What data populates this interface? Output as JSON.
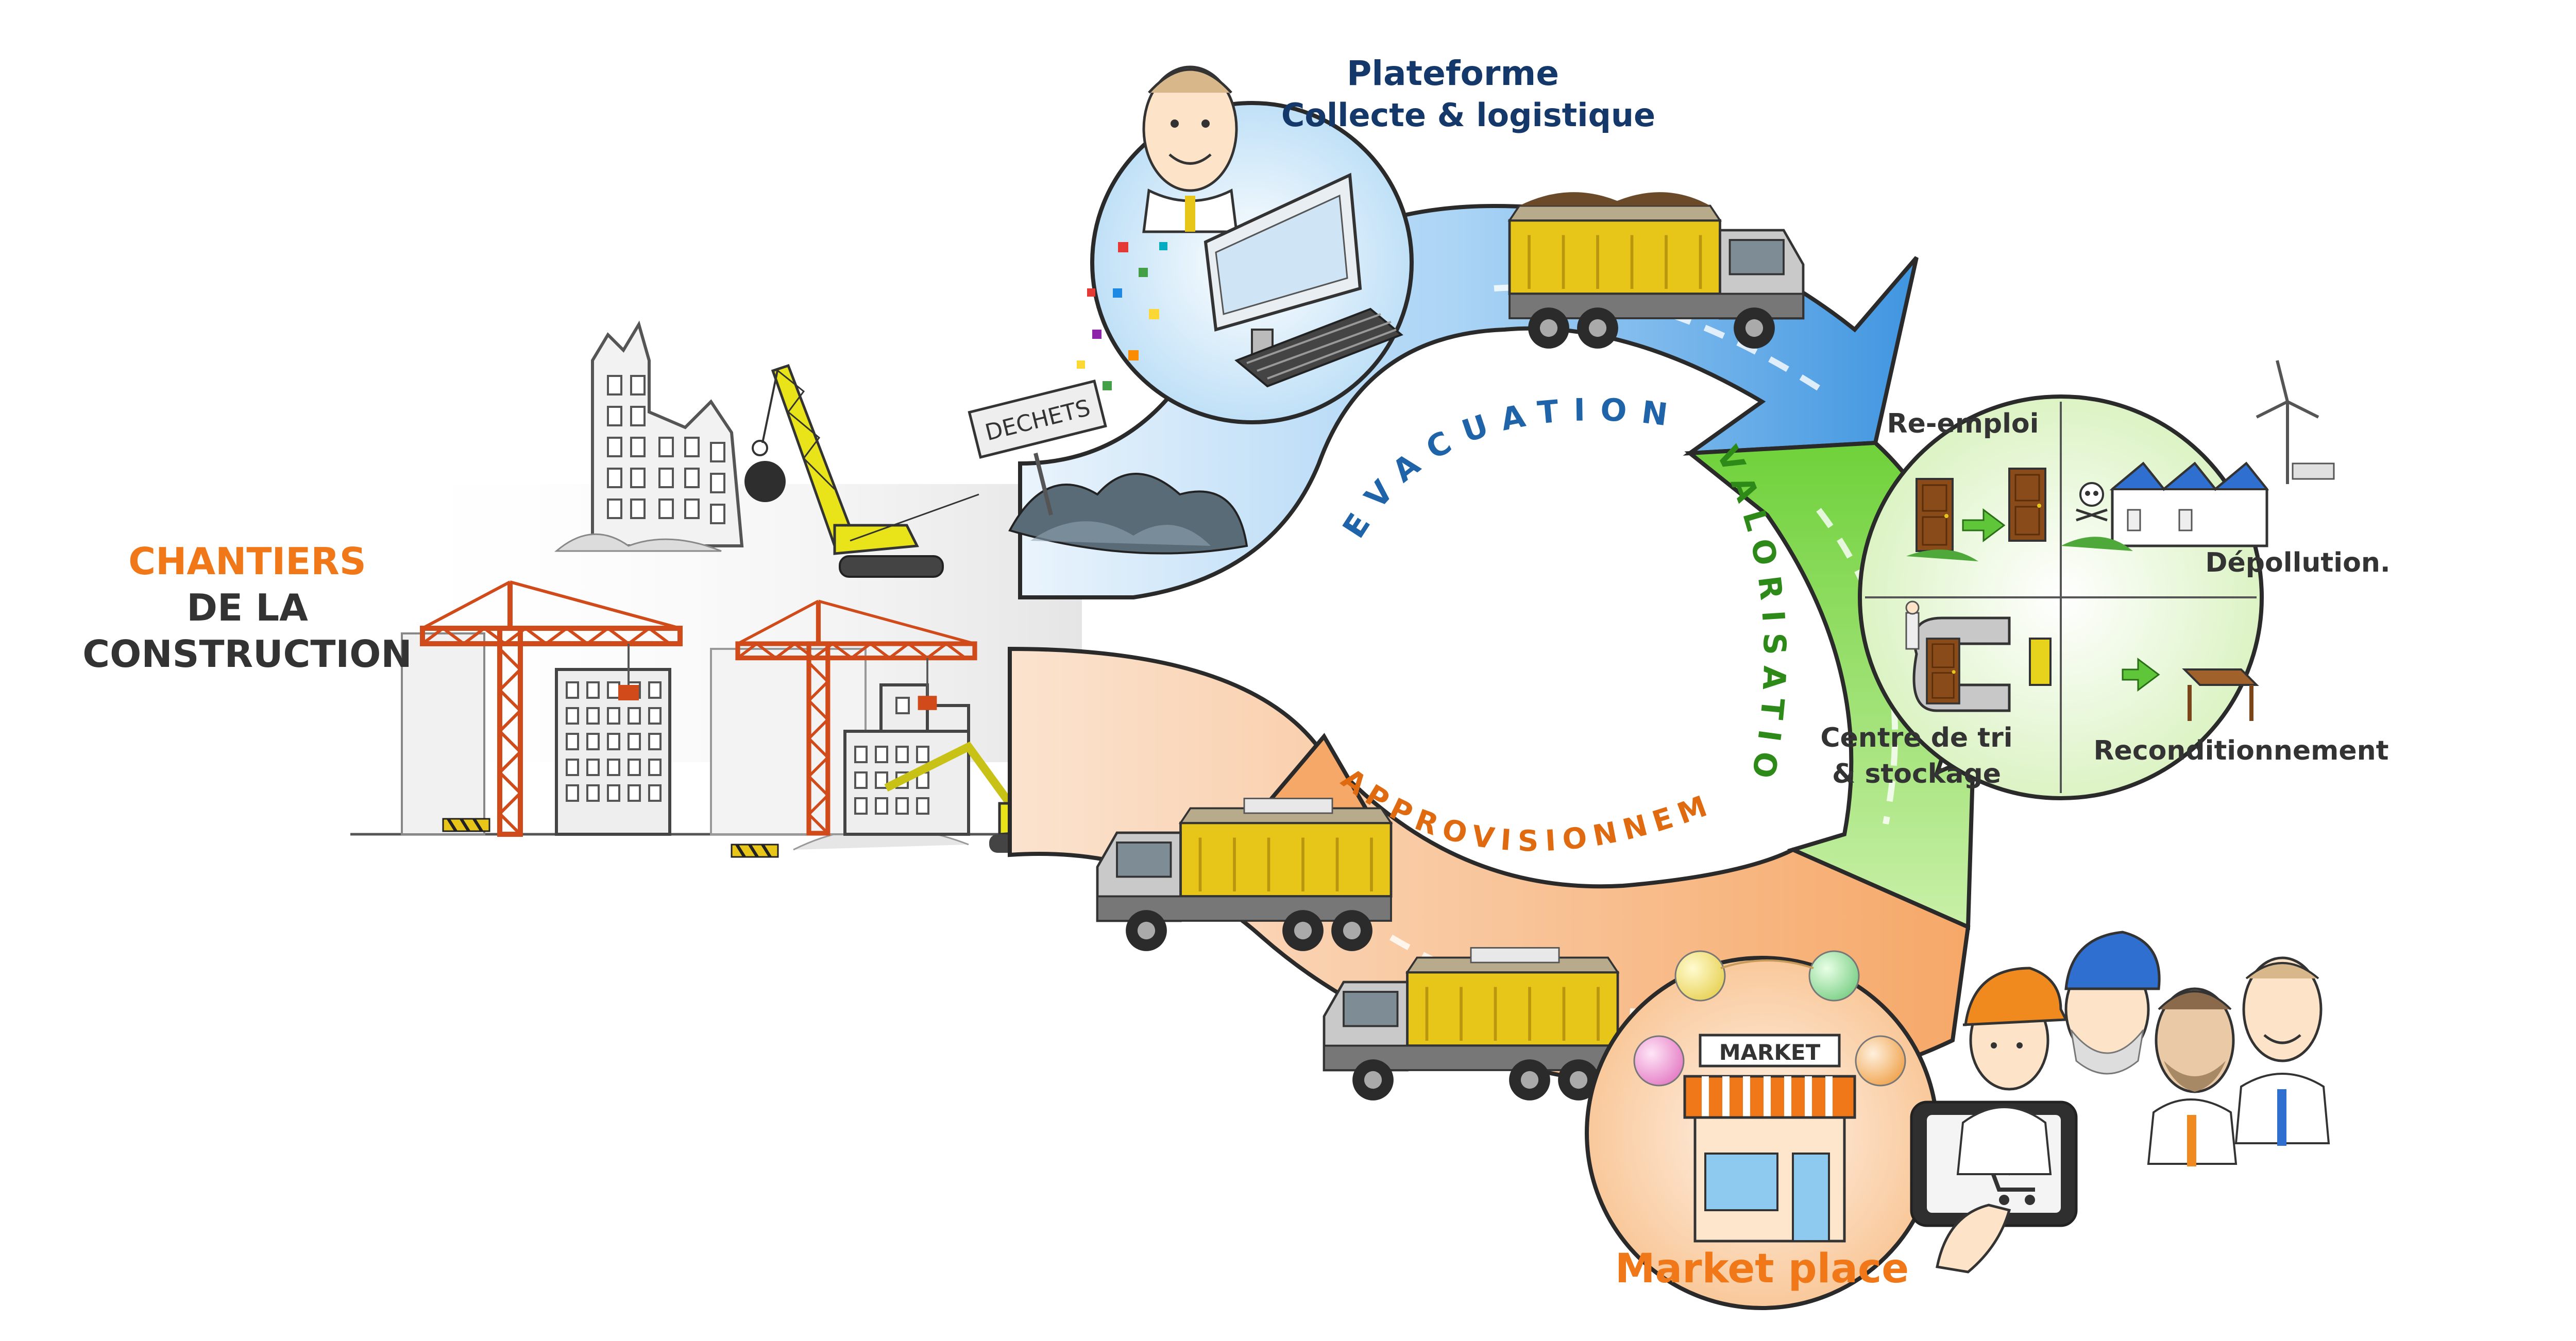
{
  "colors": {
    "blue_flow": "#5aa8e6",
    "green_flow": "#8fdc5a",
    "orange_flow": "#f4a25d",
    "orange_text": "#f07818",
    "dark_text": "#333333",
    "blue_text": "#14386a",
    "truck_yellow": "#e8c619",
    "crane_red": "#d04a1a"
  },
  "chantiers": {
    "line1": "CHANTIERS",
    "line2": "DE LA",
    "line3": "CONSTRUCTION"
  },
  "plateforme": {
    "line1": "Plateforme",
    "line2": "Collecte & logistique"
  },
  "sign_label": "DECHETS",
  "cycle": {
    "evacuation": "EVACUATION",
    "valorisation": "VALORISATION",
    "approvisionnement": "APPROVISIONNEMENT"
  },
  "valorisation_panel": {
    "reemploi": "Re-emploi",
    "depollution": "Dépollution.",
    "centre_tri_line1": "Centre de tri",
    "centre_tri_line2": "& stockage",
    "reconditionnement": "Reconditionnement"
  },
  "market": {
    "sign": "MARKET",
    "title": "Market place"
  },
  "icons": [
    "computer-icon",
    "keyboard-icon",
    "dump-truck-icon",
    "crane-icon",
    "excavator-icon",
    "wrecking-ball-icon",
    "door-icon",
    "table-icon",
    "factory-icon",
    "wind-turbine-icon",
    "skull-icon",
    "storefront-icon",
    "tablet-icon",
    "cart-icon",
    "barrier-icon"
  ]
}
